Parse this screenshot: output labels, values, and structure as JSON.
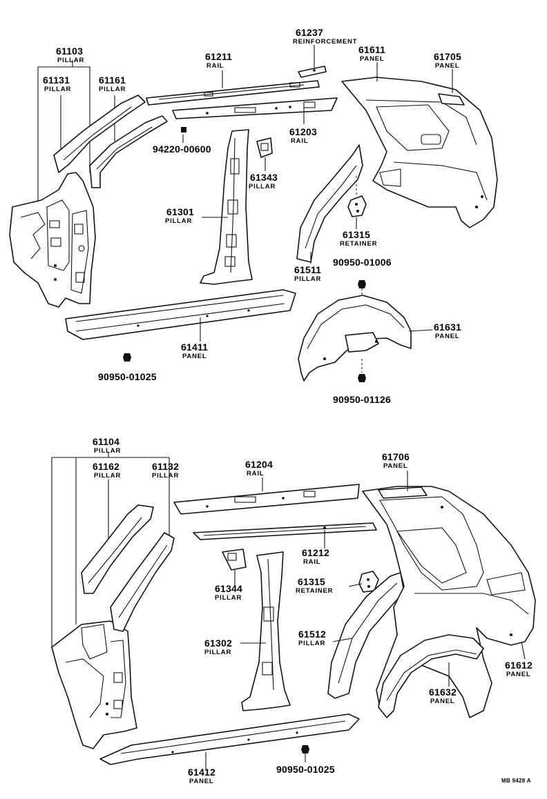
{
  "upper_group": {
    "p61103": {
      "num": "61103",
      "desc": "PILLAR"
    },
    "p61131": {
      "num": "61131",
      "desc": "PILLAR"
    },
    "p61161": {
      "num": "61161",
      "desc": "PILLAR"
    },
    "p61211": {
      "num": "61211",
      "desc": "RAIL"
    },
    "p61237": {
      "num": "61237",
      "desc": "REINFORCEMENT"
    },
    "p61611": {
      "num": "61611",
      "desc": "PANEL"
    },
    "p61705": {
      "num": "61705",
      "desc": "PANEL"
    },
    "p61203": {
      "num": "61203",
      "desc": "RAIL"
    },
    "p94220": {
      "num": "94220-00600"
    },
    "p61343": {
      "num": "61343",
      "desc": "PILLAR"
    },
    "p61301": {
      "num": "61301",
      "desc": "PILLAR"
    },
    "p61315": {
      "num": "61315",
      "desc": "RETAINER"
    },
    "p61511": {
      "num": "61511",
      "desc": "PILLAR"
    },
    "p90950a": {
      "num": "90950-01006"
    },
    "p61631": {
      "num": "61631",
      "desc": "PANEL"
    },
    "p61411": {
      "num": "61411",
      "desc": "PANEL"
    },
    "p90950b": {
      "num": "90950-01025"
    },
    "p90950c": {
      "num": "90950-01126"
    }
  },
  "lower_group": {
    "p61104": {
      "num": "61104",
      "desc": "PILLAR"
    },
    "p61162": {
      "num": "61162",
      "desc": "PILLAR"
    },
    "p61132": {
      "num": "61132",
      "desc": "PILLAR"
    },
    "p61204": {
      "num": "61204",
      "desc": "RAIL"
    },
    "p61706": {
      "num": "61706",
      "desc": "PANEL"
    },
    "p61212": {
      "num": "61212",
      "desc": "RAIL"
    },
    "p61315": {
      "num": "61315",
      "desc": "RETAINER"
    },
    "p61344": {
      "num": "61344",
      "desc": "PILLAR"
    },
    "p61302": {
      "num": "61302",
      "desc": "PILLAR"
    },
    "p61512": {
      "num": "61512",
      "desc": "PILLAR"
    },
    "p61612": {
      "num": "61612",
      "desc": "PANEL"
    },
    "p61632": {
      "num": "61632",
      "desc": "PANEL"
    },
    "p61412": {
      "num": "61412",
      "desc": "PANEL"
    },
    "p90950": {
      "num": "90950-01025"
    }
  },
  "footer": {
    "code": "MB 9428 A"
  }
}
